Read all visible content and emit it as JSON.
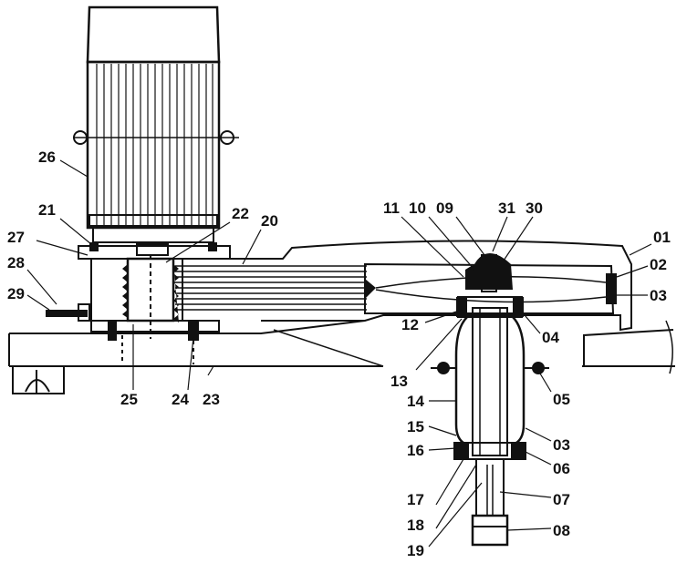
{
  "labels": {
    "l01": "01",
    "l02": "02",
    "l03": "03",
    "l04": "04",
    "l05": "05",
    "l06": "06",
    "l07": "07",
    "l08": "08",
    "l09": "09",
    "l10": "10",
    "l11": "11",
    "l12": "12",
    "l13": "13",
    "l14": "14",
    "l15": "15",
    "l16": "16",
    "l17": "17",
    "l18": "18",
    "l19": "19",
    "l20": "20",
    "l21": "21",
    "l22": "22",
    "l23": "23",
    "l24": "24",
    "l25": "25",
    "l26": "26",
    "l27": "27",
    "l28": "28",
    "l29": "29",
    "l30": "30",
    "l31": "31",
    "l03b": "03"
  },
  "colors": {
    "ink": "#111111",
    "paper": "#ffffff"
  }
}
